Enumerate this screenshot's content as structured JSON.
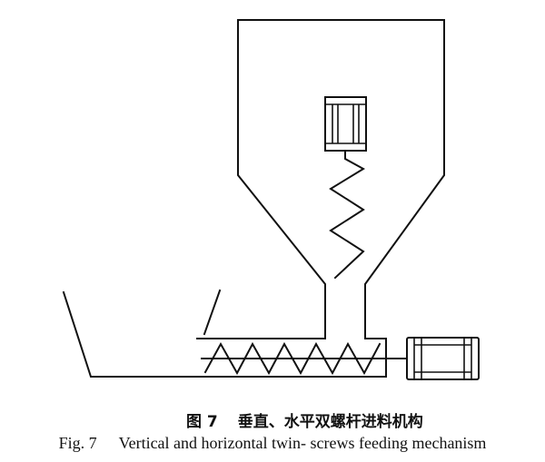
{
  "caption_cn": {
    "label": "图 7",
    "text": "垂直、水平双螺杆进料机构"
  },
  "caption_en": {
    "label": "Fig. 7",
    "text": "Vertical and horizontal twin- screws feeding mechanism"
  }
}
